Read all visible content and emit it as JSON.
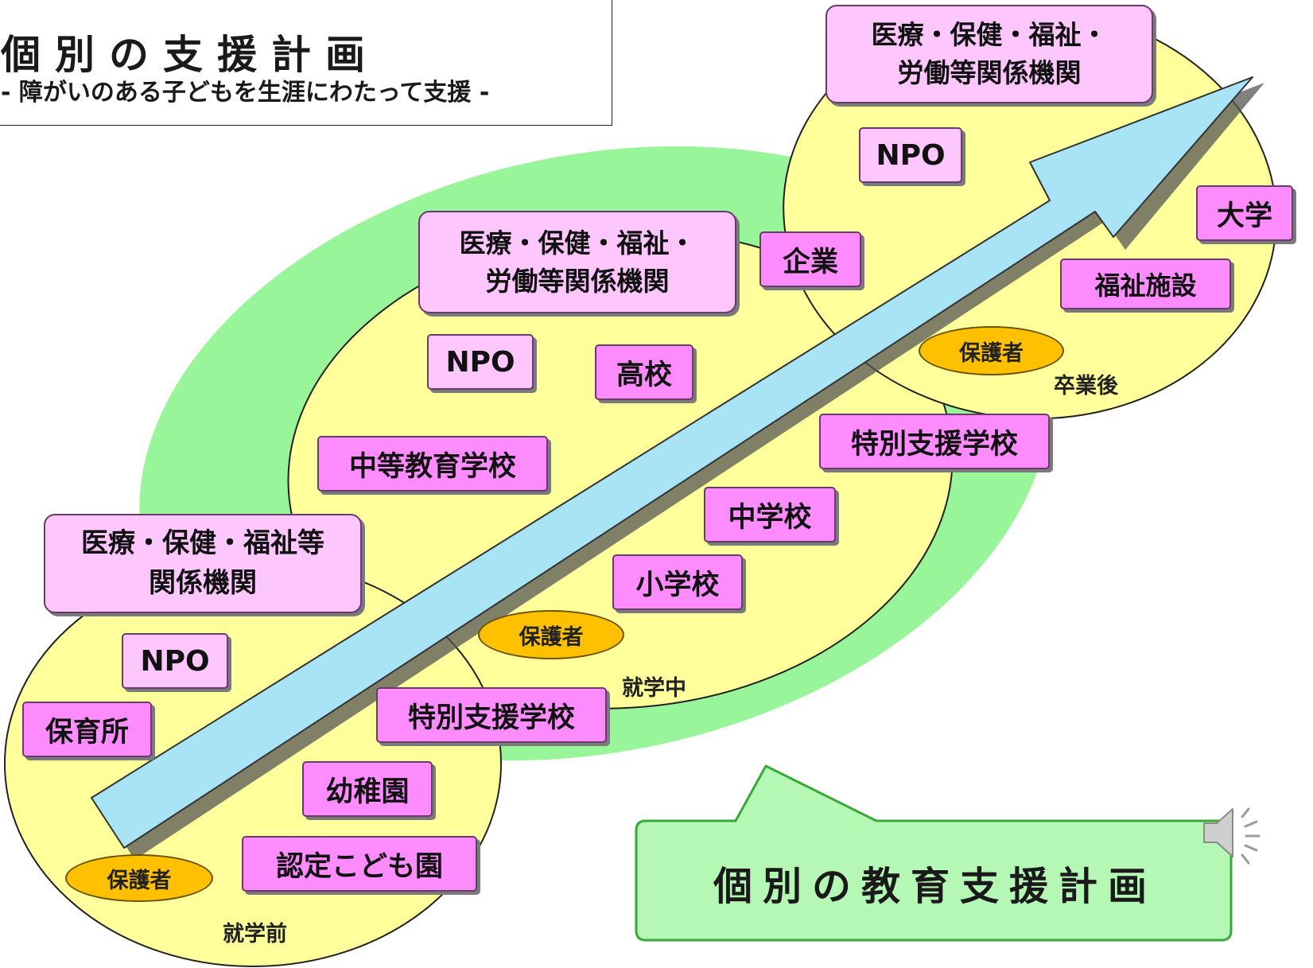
{
  "title": {
    "main": "個別の支援計画",
    "subtitle": "- 障がいのある子どもを生涯にわたって支援 -"
  },
  "plan_label": "個別の教育支援計画",
  "stages": {
    "preschool": {
      "stage_label": "就学前",
      "guardian": "保護者",
      "org_line1": "医療・保健・福祉等",
      "org_line2": "関係機関",
      "npo": "NPO",
      "nursery": "保育所",
      "special_school": "特別支援学校",
      "kindergarten": "幼稚園",
      "certified_center": "認定こども園"
    },
    "school": {
      "stage_label": "就学中",
      "guardian": "保護者",
      "org_line1": "医療・保健・福祉・",
      "org_line2": "労働等関係機関",
      "npo": "NPO",
      "high_school": "高校",
      "secondary_school": "中等教育学校",
      "junior_high": "中学校",
      "elementary": "小学校",
      "company": "企業",
      "special_school": "特別支援学校"
    },
    "graduate": {
      "stage_label": "卒業後",
      "guardian": "保護者",
      "org_line1": "医療・保健・福祉・",
      "org_line2": "労働等関係機関",
      "npo": "NPO",
      "university": "大学",
      "welfare_facility": "福祉施設"
    }
  },
  "colors": {
    "green_ring": "#99f599",
    "yellow_area": "#ffff9c",
    "pink_box": "#ff8cff",
    "light_pink_box": "#fdc6fd",
    "guardian_fill": "#ffc000",
    "arrow_fill": "#a8e4f6",
    "callout_fill": "#b5f7b5"
  },
  "icons": {
    "speaker": "speaker-icon"
  }
}
